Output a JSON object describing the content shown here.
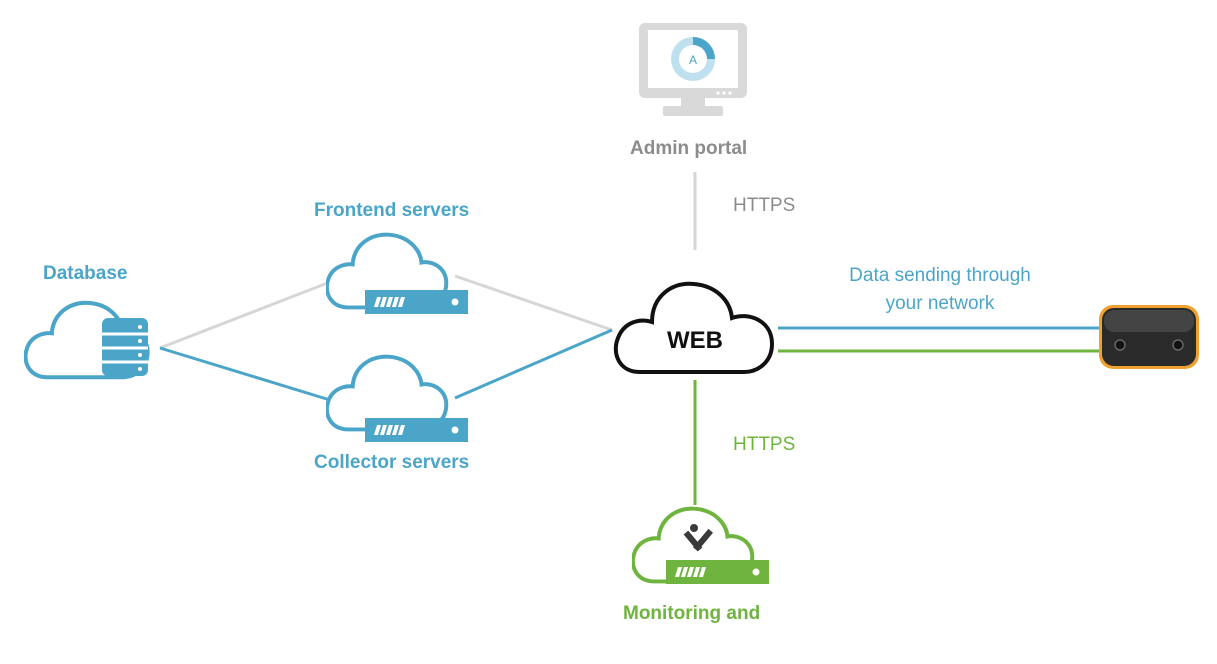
{
  "nodes": {
    "admin_portal": {
      "label": "Admin portal",
      "icon": "monitor-dashboard-icon",
      "color": "#8c8c8c"
    },
    "frontend": {
      "label": "Frontend servers",
      "icon": "cloud-server-icon",
      "color": "#4ba5c9"
    },
    "collector": {
      "label": "Collector servers",
      "icon": "cloud-server-icon",
      "color": "#4ba5c9"
    },
    "database": {
      "label": "Database",
      "icon": "cloud-database-icon",
      "color": "#4ba5c9"
    },
    "web": {
      "label": "WEB",
      "icon": "cloud-icon"
    },
    "monitoring": {
      "label": "Monitoring and",
      "icon": "cloud-server-tools-icon",
      "color": "#6fb43f"
    },
    "device": {
      "icon": "sensor-device-icon",
      "border": "#f0a030"
    }
  },
  "links": {
    "admin_web": "HTTPS",
    "web_monitoring": "HTTPS",
    "device_line1": "Data sending through",
    "device_line2": "your network"
  },
  "colors": {
    "blue": "#4ba5c9",
    "gray": "#cccccc",
    "green": "#6fb43f"
  }
}
